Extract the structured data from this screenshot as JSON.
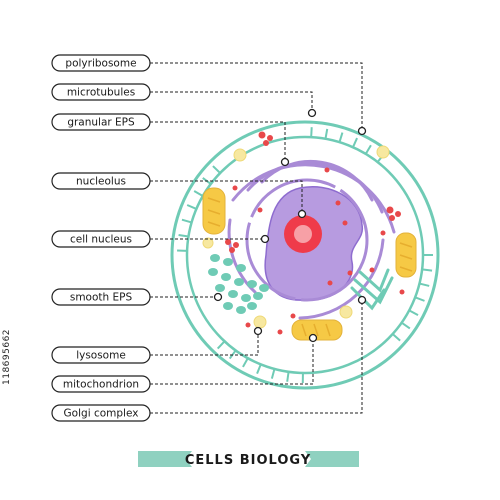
{
  "labels": [
    {
      "id": "polyribosome",
      "text": "polyribosome"
    },
    {
      "id": "microtubules",
      "text": "microtubules"
    },
    {
      "id": "granular-eps",
      "text": "granular EPS"
    },
    {
      "id": "nucleolus",
      "text": "nucleolus"
    },
    {
      "id": "cell-nucleus",
      "text": "cell nucleus"
    },
    {
      "id": "smooth-eps",
      "text": "smooth EPS"
    },
    {
      "id": "lysosome",
      "text": "lysosome"
    },
    {
      "id": "mitochondrion",
      "text": "mitochondrion"
    },
    {
      "id": "golgi-complex",
      "text": "Golgi complex"
    }
  ],
  "banner": {
    "title": "CELLS BIOLOGY"
  },
  "side_id": "118695662",
  "colors": {
    "membrane": "#6fcbb5",
    "er": "#a98bd6",
    "nucleus": "#b79be0",
    "nucleolus": "#ef3b4a",
    "mito": "#f6c945",
    "ribosome": "#e8484a",
    "lysosome": "#f7e8a0",
    "banner": "#8fd1c0"
  }
}
